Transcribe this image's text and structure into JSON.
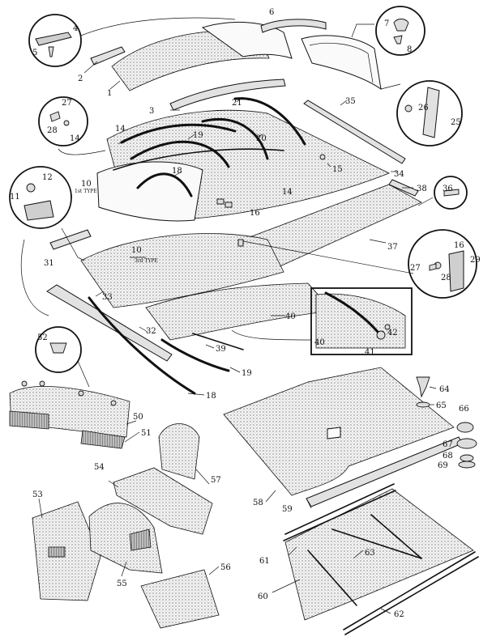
{
  "labels": [
    {
      "id": "1",
      "text": "1"
    },
    {
      "id": "2",
      "text": "2"
    },
    {
      "id": "3",
      "text": "3"
    },
    {
      "id": "4",
      "text": "4"
    },
    {
      "id": "5",
      "text": "5"
    },
    {
      "id": "6",
      "text": "6"
    },
    {
      "id": "7",
      "text": "7"
    },
    {
      "id": "8",
      "text": "8"
    },
    {
      "id": "10a",
      "text": "10"
    },
    {
      "id": "10b",
      "text": "10"
    },
    {
      "id": "11",
      "text": "11"
    },
    {
      "id": "12",
      "text": "12"
    },
    {
      "id": "14a",
      "text": "14"
    },
    {
      "id": "14b",
      "text": "14"
    },
    {
      "id": "14c",
      "text": "14"
    },
    {
      "id": "15",
      "text": "15"
    },
    {
      "id": "16a",
      "text": "16"
    },
    {
      "id": "16b",
      "text": "16"
    },
    {
      "id": "18a",
      "text": "18"
    },
    {
      "id": "18b",
      "text": "18"
    },
    {
      "id": "19a",
      "text": "19"
    },
    {
      "id": "19b",
      "text": "19"
    },
    {
      "id": "20",
      "text": "20"
    },
    {
      "id": "21",
      "text": "21"
    },
    {
      "id": "25",
      "text": "25"
    },
    {
      "id": "26",
      "text": "26"
    },
    {
      "id": "27a",
      "text": "27"
    },
    {
      "id": "27b",
      "text": "27"
    },
    {
      "id": "28a",
      "text": "28"
    },
    {
      "id": "28b",
      "text": "28"
    },
    {
      "id": "29",
      "text": "29"
    },
    {
      "id": "31",
      "text": "31"
    },
    {
      "id": "32",
      "text": "32"
    },
    {
      "id": "33",
      "text": "33"
    },
    {
      "id": "34",
      "text": "34"
    },
    {
      "id": "35",
      "text": "35"
    },
    {
      "id": "36",
      "text": "36"
    },
    {
      "id": "37",
      "text": "37"
    },
    {
      "id": "38",
      "text": "38"
    },
    {
      "id": "39",
      "text": "39"
    },
    {
      "id": "40a",
      "text": "40"
    },
    {
      "id": "40b",
      "text": "40"
    },
    {
      "id": "41",
      "text": "41"
    },
    {
      "id": "42",
      "text": "42"
    },
    {
      "id": "50",
      "text": "50"
    },
    {
      "id": "51",
      "text": "51"
    },
    {
      "id": "52",
      "text": "52"
    },
    {
      "id": "53",
      "text": "53"
    },
    {
      "id": "54",
      "text": "54"
    },
    {
      "id": "55",
      "text": "55"
    },
    {
      "id": "56",
      "text": "56"
    },
    {
      "id": "57",
      "text": "57"
    },
    {
      "id": "58",
      "text": "58"
    },
    {
      "id": "59",
      "text": "59"
    },
    {
      "id": "60",
      "text": "60"
    },
    {
      "id": "61",
      "text": "61"
    },
    {
      "id": "62",
      "text": "62"
    },
    {
      "id": "63",
      "text": "63"
    },
    {
      "id": "64",
      "text": "64"
    },
    {
      "id": "65",
      "text": "65"
    },
    {
      "id": "66",
      "text": "66"
    },
    {
      "id": "67",
      "text": "67"
    },
    {
      "id": "68",
      "text": "68"
    },
    {
      "id": "69",
      "text": "69"
    }
  ],
  "notes": {
    "first_type": "1st TYPE",
    "third_type": "3rd TYPE"
  }
}
